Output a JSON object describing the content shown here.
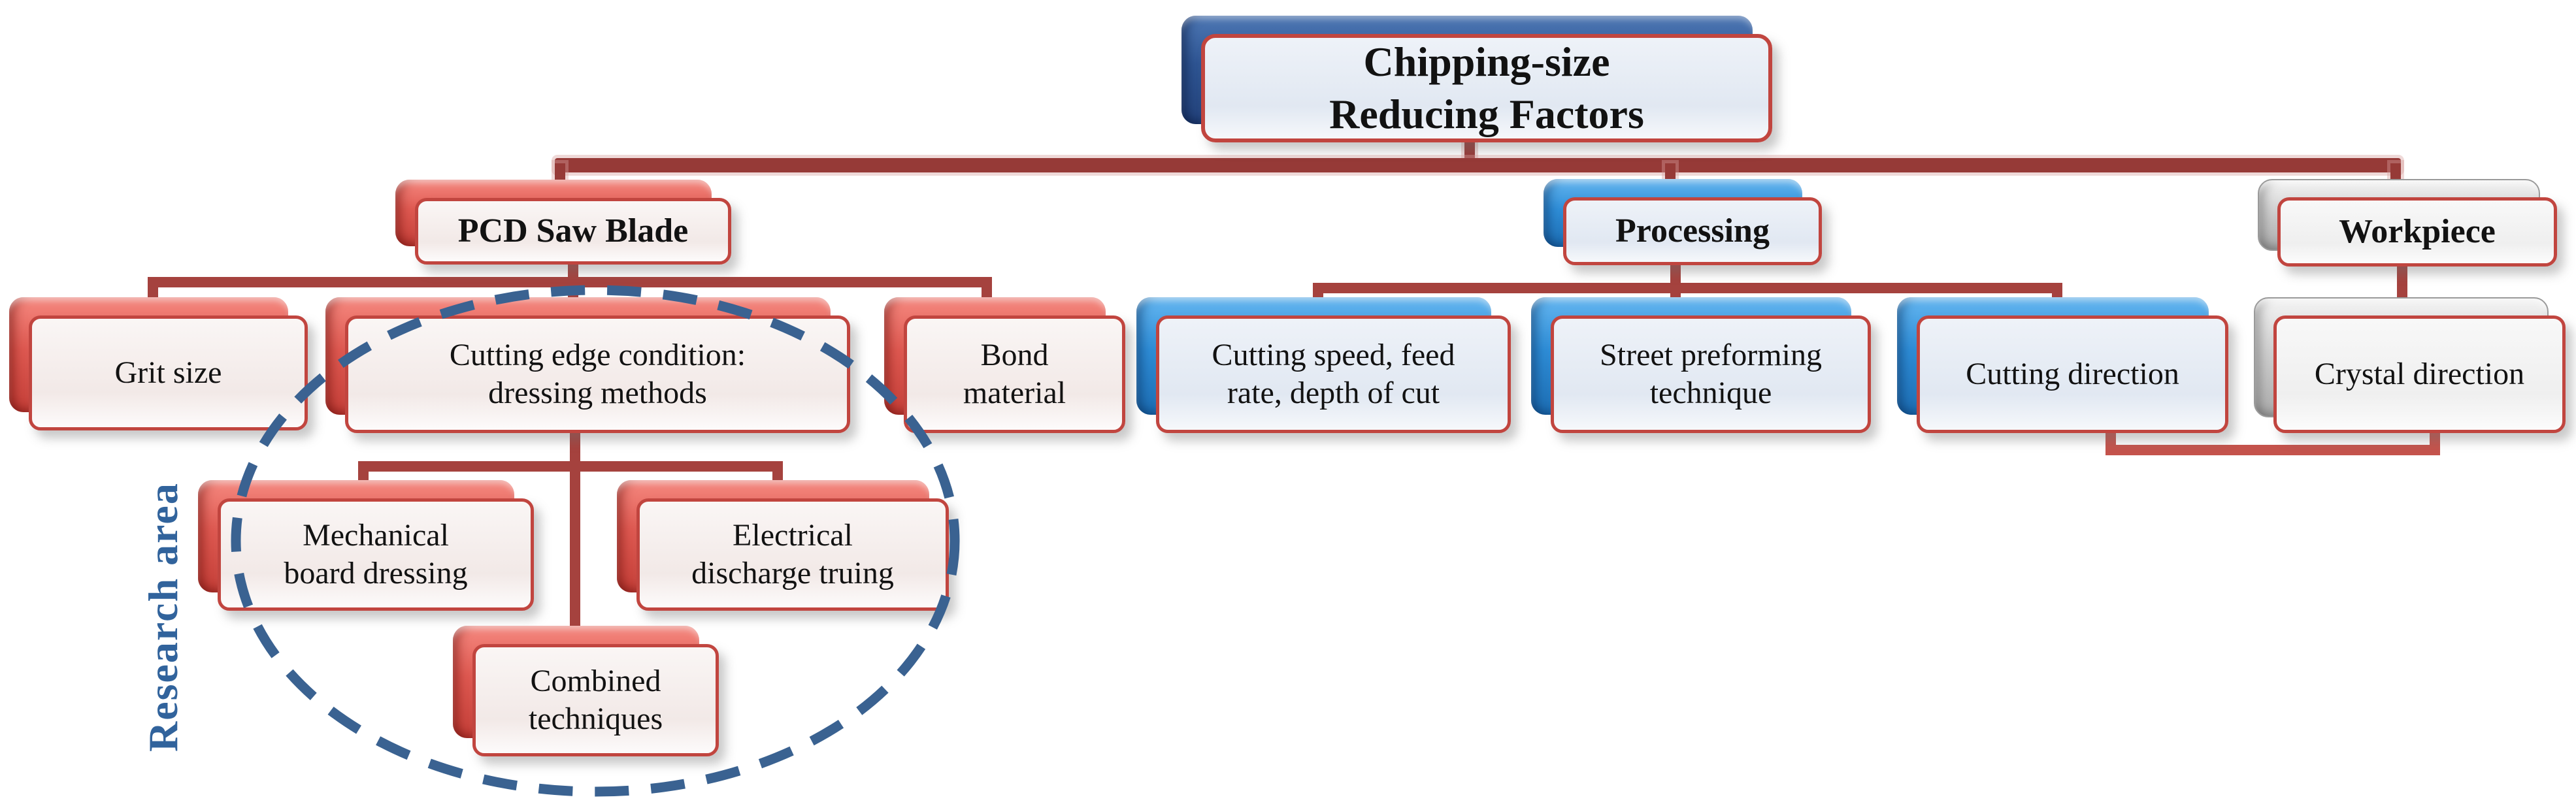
{
  "figure": {
    "title": "Chipping-size reducing factors hierarchy diagram"
  },
  "colors": {
    "red_plate": "#e05a52",
    "blue_plate": "#2f8ed8",
    "gray_plate": "#cfcfcf",
    "navy_plate": "#2f5694",
    "front_border": "#c1453f",
    "connector": "#a5423e",
    "connector_dark": "#963a37",
    "connector_bright": "#c4534c",
    "ellipse": "#3a6291",
    "research_text": "#31639c",
    "text": "#121212"
  },
  "nodes": {
    "title": {
      "label": "Chipping-size\nReducing Factors"
    },
    "pcd": {
      "label": "PCD Saw Blade"
    },
    "processing": {
      "label": "Processing"
    },
    "workpiece": {
      "label": "Workpiece"
    },
    "grit": {
      "label": "Grit size"
    },
    "cutting_edge": {
      "label": "Cutting edge condition:\ndressing methods"
    },
    "bond": {
      "label": "Bond\nmaterial"
    },
    "cutting_speed": {
      "label": "Cutting speed, feed\nrate, depth of cut"
    },
    "street": {
      "label": "Street preforming\ntechnique"
    },
    "cutting_direction": {
      "label": "Cutting direction"
    },
    "crystal_direction": {
      "label": "Crystal direction"
    },
    "mechanical": {
      "label": "Mechanical\nboard dressing"
    },
    "electrical": {
      "label": "Electrical\ndischarge truing"
    },
    "combined": {
      "label": "Combined\ntechniques"
    }
  },
  "annotations": {
    "research_area": "Research area"
  }
}
